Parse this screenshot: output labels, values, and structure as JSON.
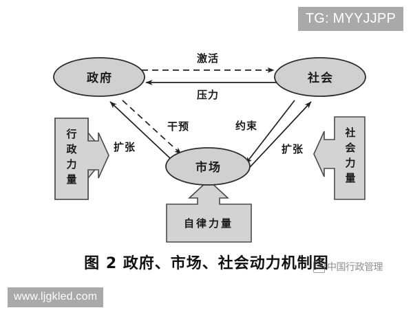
{
  "figure": {
    "caption": "图 2  政府、市场、社会动力机制图",
    "nodes": [
      {
        "id": "government",
        "label": "政府"
      },
      {
        "id": "society",
        "label": "社会"
      },
      {
        "id": "market",
        "label": "市场"
      }
    ],
    "edges": [
      {
        "id": "activate",
        "label": "激活",
        "from": "政府",
        "to": "社会",
        "style": "dashed"
      },
      {
        "id": "pressure",
        "label": "压力",
        "from": "社会",
        "to": "政府",
        "style": "solid"
      },
      {
        "id": "intervene",
        "label": "干预",
        "from": "政府",
        "to": "市场",
        "style": "dashed"
      },
      {
        "id": "expand-left",
        "label": "扩张",
        "from": "市场",
        "to": "政府",
        "style": "solid"
      },
      {
        "id": "constrain",
        "label": "约束",
        "from": "社会",
        "to": "市场",
        "style": "solid"
      },
      {
        "id": "expand-right",
        "label": "扩张",
        "from": "市场",
        "to": "社会",
        "style": "solid"
      }
    ],
    "forces": [
      {
        "id": "administrative-power",
        "label": "行政力量",
        "direction": "right",
        "orientation": "vertical"
      },
      {
        "id": "social-power",
        "label": "社会力量",
        "direction": "left",
        "orientation": "vertical"
      },
      {
        "id": "self-discipline-power",
        "label": "自律力量",
        "direction": "up",
        "orientation": "horizontal"
      }
    ]
  },
  "watermarks": {
    "top_right": "TG: MYYJJPP",
    "bottom_left": "www.ljgkled.com",
    "journal": "中国行政管理"
  },
  "colors": {
    "shape_fill": "#d3d3d3",
    "shape_stroke": "#4a4a4a",
    "line": "#1f1f1f",
    "watermark_bg": "#a9a9a9",
    "watermark_text": "#ffffff",
    "page_bg": "#ffffff"
  }
}
